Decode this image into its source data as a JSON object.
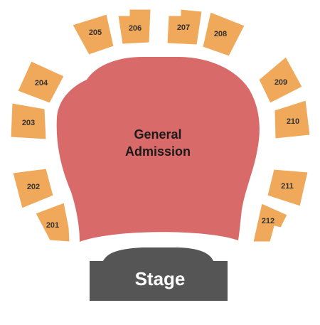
{
  "colors": {
    "section": "#f0a85a",
    "general_admission": "#d96a6a",
    "stage": "#555555",
    "label_dark": "#333333",
    "stage_label": "#ffffff"
  },
  "general_admission": {
    "line1": "General",
    "line2": "Admission"
  },
  "stage": {
    "label": "Stage"
  },
  "sections": [
    {
      "id": "201",
      "label": "201"
    },
    {
      "id": "202",
      "label": "202"
    },
    {
      "id": "203",
      "label": "203"
    },
    {
      "id": "204",
      "label": "204"
    },
    {
      "id": "205",
      "label": "205"
    },
    {
      "id": "206",
      "label": "206"
    },
    {
      "id": "207",
      "label": "207"
    },
    {
      "id": "208",
      "label": "208"
    },
    {
      "id": "209",
      "label": "209"
    },
    {
      "id": "210",
      "label": "210"
    },
    {
      "id": "211",
      "label": "211"
    },
    {
      "id": "212",
      "label": "212"
    }
  ]
}
